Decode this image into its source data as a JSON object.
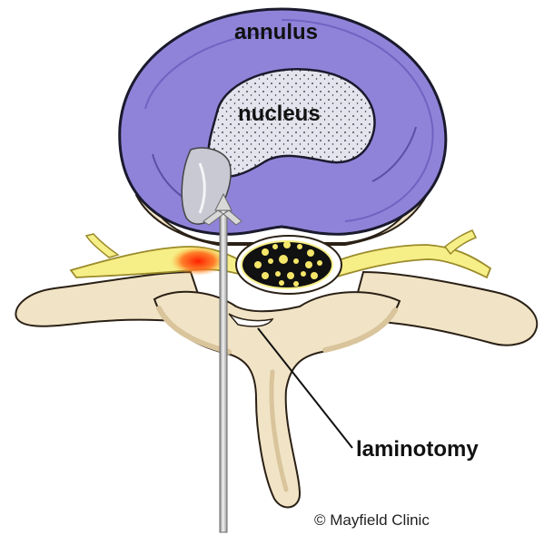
{
  "labels": {
    "annulus": "annulus",
    "nucleus": "nucleus",
    "laminotomy": "laminotomy",
    "credit": "© Mayfield Clinic"
  },
  "colors": {
    "annulus": "#8f83d9",
    "annulus_outline": "#1a1a2e",
    "nucleus": "#e4e4ef",
    "bone": "#f1e4c6",
    "bone_shadow": "#d9c49c",
    "nerve": "#f6ee86",
    "nerve_outline": "#9a8a2a",
    "inflamed_nerve": "#f23a1a",
    "spinal_canal_fill": "#111111",
    "spinal_cord_dots": "#f5e66a",
    "instrument": "#d8d8d8",
    "instrument_outline": "#6a6a6a"
  }
}
